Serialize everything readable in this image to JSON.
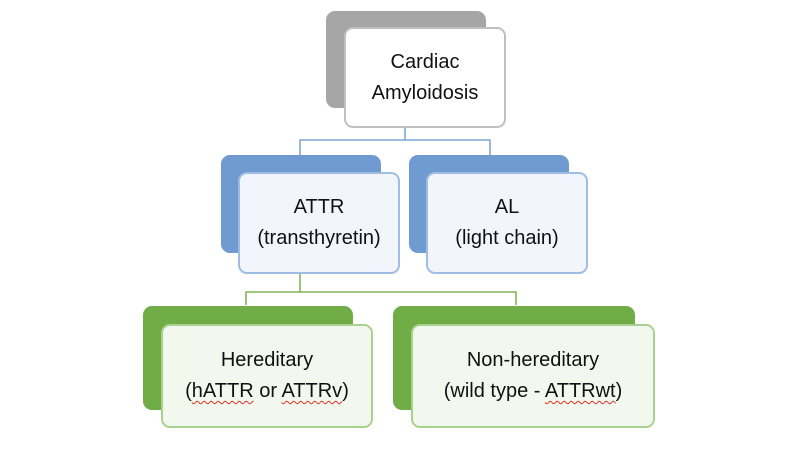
{
  "colors": {
    "root_accent": "#a6a6a6",
    "root_border": "#bfbfbf",
    "level1_accent": "#6f9bd1",
    "level1_border": "#9dbde3",
    "level1_fill": "#f2f6fc",
    "level2_accent": "#70ad47",
    "level2_border": "#a9d18e",
    "level2_fill": "#f3f8ef",
    "connector_blue": "#7fa7d6",
    "connector_green": "#83b35b"
  },
  "root": {
    "line1": "Cardiac",
    "line2": "Amyloidosis"
  },
  "level1": {
    "attr": {
      "line1": "ATTR",
      "line2": "(transthyretin)"
    },
    "al": {
      "line1": "AL",
      "line2": "(light chain)"
    }
  },
  "level2": {
    "hereditary": {
      "line1": "Hereditary",
      "line2_open": "(",
      "line2_code": "hATTR",
      "line2_mid": " or ",
      "line2_variant": "ATTRv",
      "line2_close": ")"
    },
    "non_hereditary": {
      "line1": "Non-hereditary",
      "line2_text": "(wild type - ",
      "line2_code": "ATTRwt",
      "line2_close": ")"
    }
  }
}
